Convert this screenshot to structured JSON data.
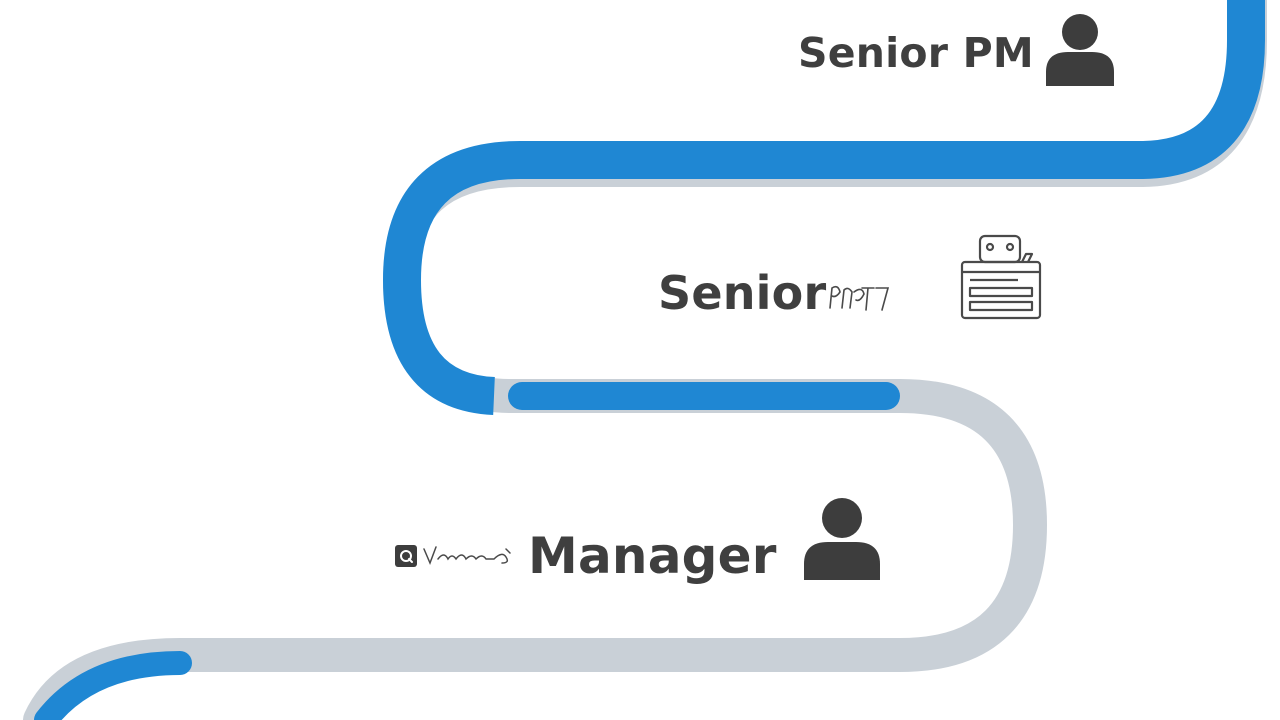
{
  "roadmap": {
    "colors": {
      "progress": "#1f87d3",
      "track": "#c9d0d7",
      "text": "#3f3f3f",
      "icon": "#3d3d3d"
    },
    "stages": [
      {
        "label": "Senior PM",
        "icon": "person-icon"
      },
      {
        "label": "Senior",
        "icon": "printer-icon"
      },
      {
        "label": "Manager",
        "icon": "person-icon"
      }
    ]
  }
}
